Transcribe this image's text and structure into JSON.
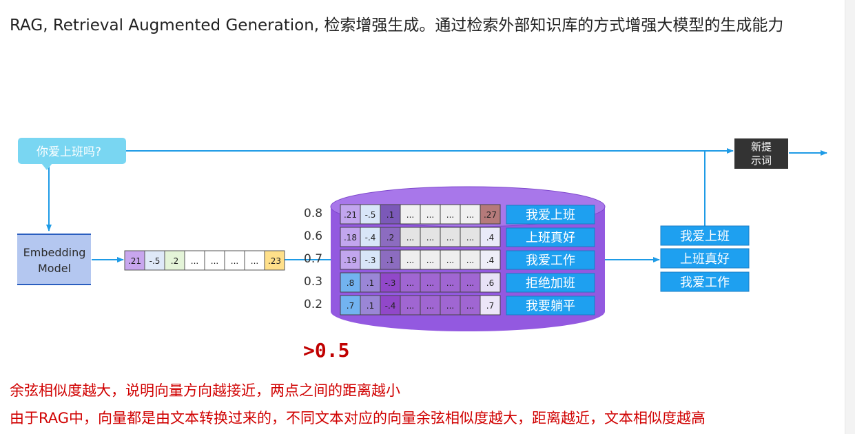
{
  "intro_text": "RAG, Retrieval Augmented Generation, 检索增强生成。通过检索外部知识库的方式增强大模型的生成能力",
  "query_bubble": "你爱上班吗?",
  "embedding_model": {
    "line1": "Embedding",
    "line2": "Model"
  },
  "new_prompt": {
    "line1": "新提",
    "line2": "示词"
  },
  "query_vector": [
    ".21",
    "-.5",
    ".2",
    "...",
    "...",
    "...",
    "...",
    ".23"
  ],
  "knowledge_base": {
    "scores": [
      "0.8",
      "0.6",
      "0.7",
      "0.3",
      "0.2"
    ],
    "rows": [
      {
        "cells": [
          ".21",
          "-.5",
          ".1",
          "...",
          "...",
          "...",
          "...",
          ".27"
        ],
        "text": "我爱上班"
      },
      {
        "cells": [
          ".18",
          "-.4",
          ".2",
          "...",
          "...",
          "...",
          "...",
          ".4"
        ],
        "text": "上班真好"
      },
      {
        "cells": [
          ".19",
          "-.3",
          ".1",
          "...",
          "...",
          "...",
          "...",
          ".4"
        ],
        "text": "我爱工作"
      },
      {
        "cells": [
          ".8",
          ".1",
          "-.3",
          "...",
          "...",
          "...",
          "...",
          ".6"
        ],
        "text": "拒绝加班"
      },
      {
        "cells": [
          ".7",
          ".1",
          "-.4",
          "...",
          "...",
          "...",
          "...",
          ".7"
        ],
        "text": "我要躺平"
      }
    ]
  },
  "retrieved": [
    "我爱上班",
    "上班真好",
    "我爱工作"
  ],
  "threshold": ">0.5",
  "notes": [
    "余弦相似度越大，说明向量方向越接近，两点之间的距离越小",
    "由于RAG中，向量都是由文本转换过来的，不同文本对应的向量余弦相似度越大，距离越近，文本相似度越高"
  ],
  "colors": {
    "arrow": "#1e9be6",
    "bubble": "#79d6f2",
    "embedding_box": "#b4c7f0",
    "cylinder": "#9359e0",
    "label_box": "#1ea0f0",
    "new_prompt_box": "#333333",
    "note_red": "#d00000"
  }
}
